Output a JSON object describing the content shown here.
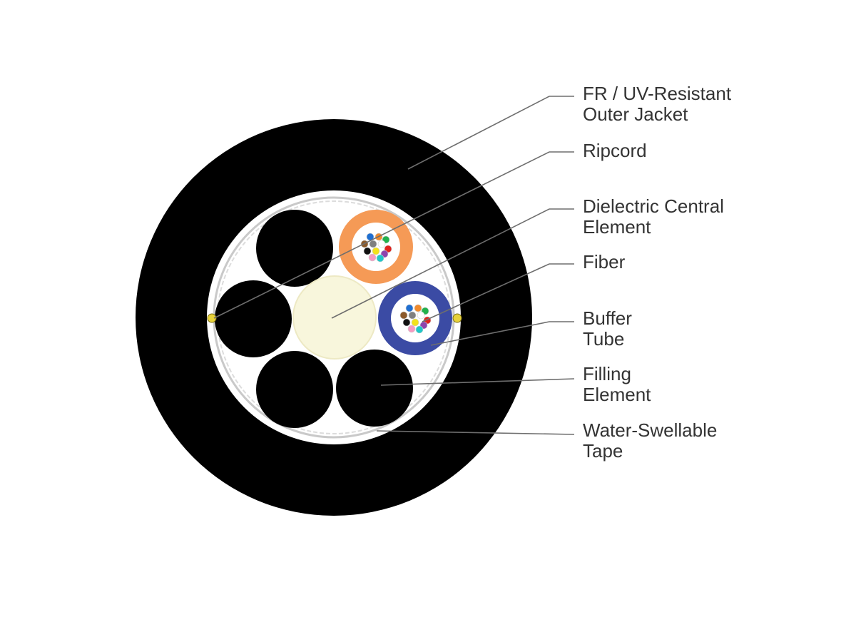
{
  "labels": {
    "outer_jacket": [
      "FR / UV-Resistant",
      "Outer Jacket"
    ],
    "ripcord": [
      "Ripcord"
    ],
    "central_element": [
      "Dielectric Central",
      "Element"
    ],
    "fiber": [
      "Fiber"
    ],
    "buffer_tube": [
      "Buffer",
      "Tube"
    ],
    "filling_element": [
      "Filling",
      "Element"
    ],
    "tape": [
      "Water-Swellable",
      "Tape"
    ]
  },
  "colors": {
    "jacket": "#000000",
    "core_background": "#ffffff",
    "central_element": "#f8f6dc",
    "buffer_tube_orange": "#f59a56",
    "buffer_tube_blue": "#3b4ba4",
    "ripcord": "#e8d23a",
    "tape": "#c9c9c9",
    "label_text": "#333333",
    "leader_line": "#6e6e6e"
  },
  "fiber_colors": [
    "#1f6fd1",
    "#f08a2c",
    "#22b14c",
    "#8b5a2b",
    "#7f7f7f",
    "#ffffff",
    "#e0201b",
    "#111111",
    "#f2e21a",
    "#8e44ad",
    "#f59ac1",
    "#1fc7c7"
  ]
}
